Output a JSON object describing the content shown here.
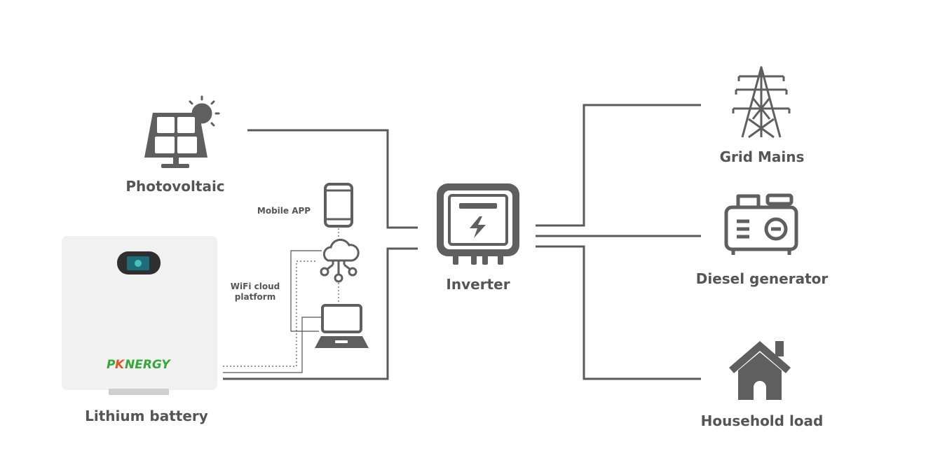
{
  "colors": {
    "line": "#5a5a5a",
    "icon": "#5f5f5f",
    "text": "#555555",
    "battery_body": "#f1f1f1",
    "brand_green": "#37a83b",
    "brand_orange": "#e4552a"
  },
  "nodes": {
    "photovoltaic": {
      "label": "Photovoltaic",
      "icon": "solar-panel-icon"
    },
    "battery": {
      "label": "Lithium battery",
      "brand": "PKNERGY",
      "icon": "battery-icon"
    },
    "inverter": {
      "label": "Inverter",
      "icon": "inverter-icon"
    },
    "grid": {
      "label": "Grid Mains",
      "icon": "power-tower-icon"
    },
    "generator": {
      "label": "Diesel generator",
      "icon": "generator-icon"
    },
    "household": {
      "label": "Household load",
      "icon": "house-icon"
    }
  },
  "monitoring": {
    "mobile_app": {
      "label": "Mobile APP",
      "icon": "smartphone-icon"
    },
    "wifi_cloud": {
      "label_line1": "WiFi cloud",
      "label_line2": "platform",
      "icon": "cloud-network-icon"
    },
    "laptop": {
      "icon": "laptop-icon"
    }
  }
}
